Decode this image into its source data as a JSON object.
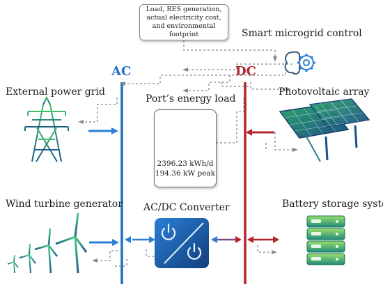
{
  "summary_box": "Load, RES generation, actual electricity cost, and environmental footprint",
  "control_label": "Smart microgrid control",
  "ac_label": "AC",
  "dc_label": "DC",
  "grid_label": "External power grid",
  "load_label": "Port’s energy load",
  "load_daily": "2396.23 kWh/d",
  "load_peak": "194.36 kW peak",
  "pv_label": "Photovoltaic array",
  "wind_label": "Wind turbine generator",
  "converter_label": "AC/DC Converter",
  "battery_label": "Battery storage system",
  "colors": {
    "ac_bus": "#1f6fc4",
    "dc_bus": "#b4252b",
    "dashed": "#7f8a96",
    "green": "#1f9a6a"
  }
}
